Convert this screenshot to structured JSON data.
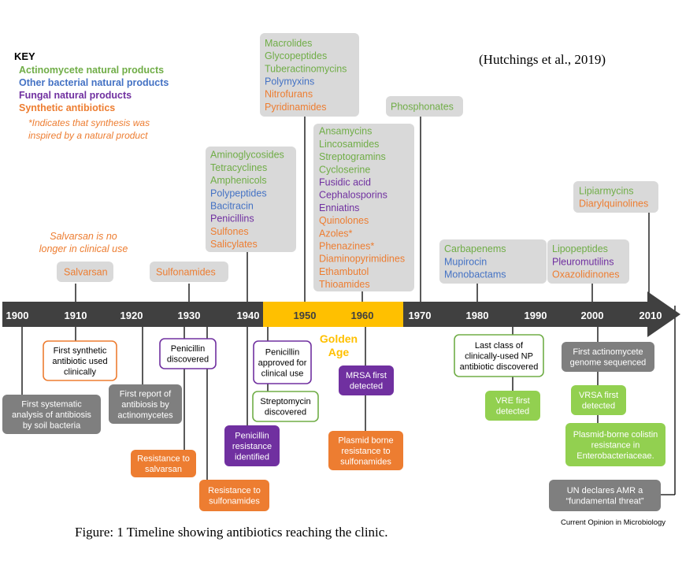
{
  "key": {
    "title": "KEY",
    "items": [
      {
        "text": "Actinomycete natural products",
        "color": "#70ad47"
      },
      {
        "text": "Other bacterial natural products",
        "color": "#4472c4"
      },
      {
        "text": "Fungal natural products",
        "color": "#7030a0"
      },
      {
        "text": "Synthetic antibiotics",
        "color": "#ed7d31"
      }
    ],
    "note_lines": [
      "*Indicates that synthesis was",
      "inspired by a natural product"
    ]
  },
  "citation": "(Hutchings et al., 2019)",
  "salvarsan_note_lines": [
    "Salvarsan is no",
    "longer in clinical use"
  ],
  "golden_age": [
    "Golden",
    "Age"
  ],
  "timeline": {
    "years": [
      "1900",
      "1910",
      "1920",
      "1930",
      "1940",
      "1950",
      "1960",
      "1970",
      "1980",
      "1990",
      "2000",
      "2010"
    ]
  },
  "colors": {
    "green": "#70ad47",
    "blue": "#4472c4",
    "purple": "#7030a0",
    "orange": "#ed7d31",
    "bar": "#404040",
    "golden": "#ffc000",
    "gray_box": "#d9d9d9",
    "dark_box": "#7f7f7f",
    "green_box": "#92d050"
  },
  "discovery_groups": [
    {
      "id": "salvarsan",
      "items": [
        {
          "text": "Salvarsan",
          "c": "orange"
        }
      ]
    },
    {
      "id": "sulfonamides",
      "items": [
        {
          "text": "Sulfonamides",
          "c": "orange"
        }
      ]
    },
    {
      "id": "1940s",
      "items": [
        {
          "text": "Aminoglycosides",
          "c": "green"
        },
        {
          "text": "Tetracyclines",
          "c": "green"
        },
        {
          "text": "Amphenicols",
          "c": "green"
        },
        {
          "text": "Polypeptides",
          "c": "blue"
        },
        {
          "text": "Bacitracin",
          "c": "blue"
        },
        {
          "text": "Penicillins",
          "c": "purple"
        },
        {
          "text": "Sulfones",
          "c": "orange"
        },
        {
          "text": "Salicylates",
          "c": "orange"
        }
      ]
    },
    {
      "id": "1950s",
      "items": [
        {
          "text": "Macrolides",
          "c": "green"
        },
        {
          "text": "Glycopeptides",
          "c": "green"
        },
        {
          "text": "Tuberactinomycins",
          "c": "green"
        },
        {
          "text": "Polymyxins",
          "c": "blue"
        },
        {
          "text": "Nitrofurans",
          "c": "orange"
        },
        {
          "text": "Pyridinamides",
          "c": "orange"
        }
      ]
    },
    {
      "id": "1960s",
      "items": [
        {
          "text": "Ansamycins",
          "c": "green"
        },
        {
          "text": "Lincosamides",
          "c": "green"
        },
        {
          "text": "Streptogramins",
          "c": "green"
        },
        {
          "text": "Cycloserine",
          "c": "green"
        },
        {
          "text": "Fusidic acid",
          "c": "purple"
        },
        {
          "text": "Cephalosporins",
          "c": "purple"
        },
        {
          "text": "Enniatins",
          "c": "purple"
        },
        {
          "text": "Quinolones",
          "c": "orange"
        },
        {
          "text": "Azoles*",
          "c": "orange"
        },
        {
          "text": "Phenazines*",
          "c": "orange"
        },
        {
          "text": "Diaminopyrimidines",
          "c": "orange"
        },
        {
          "text": "Ethambutol",
          "c": "orange"
        },
        {
          "text": "Thioamides",
          "c": "orange"
        }
      ]
    },
    {
      "id": "phosphonates",
      "items": [
        {
          "text": "Phosphonates",
          "c": "green"
        }
      ]
    },
    {
      "id": "1980s",
      "items": [
        {
          "text": "Carbapenems",
          "c": "green"
        },
        {
          "text": "Mupirocin",
          "c": "blue"
        },
        {
          "text": "Monobactams",
          "c": "blue"
        }
      ]
    },
    {
      "id": "2000s",
      "items": [
        {
          "text": "Lipopeptides",
          "c": "green"
        },
        {
          "text": "Pleuromutilins",
          "c": "purple"
        },
        {
          "text": "Oxazolidinones",
          "c": "orange"
        }
      ]
    },
    {
      "id": "2010s",
      "items": [
        {
          "text": "Lipiarmycins",
          "c": "green"
        },
        {
          "text": "Diarylquinolines",
          "c": "orange"
        }
      ]
    }
  ],
  "events": [
    {
      "id": "soil",
      "lines": [
        "First systematic",
        "analysis of antibiosis",
        "by soil bacteria"
      ]
    },
    {
      "id": "synthetic",
      "lines": [
        "First synthetic",
        "antibiotic used",
        "clinically"
      ]
    },
    {
      "id": "actino",
      "lines": [
        "First report of",
        "antibiosis by",
        "actinomycetes"
      ]
    },
    {
      "id": "penicillin",
      "lines": [
        "Penicillin",
        "discovered"
      ]
    },
    {
      "id": "res-salvarsan",
      "lines": [
        "Resistance to",
        "salvarsan"
      ]
    },
    {
      "id": "res-sulfonamides",
      "lines": [
        "Resistance to",
        "sulfonamides"
      ]
    },
    {
      "id": "pen-resistance",
      "lines": [
        "Penicillin",
        "resistance",
        "identified"
      ]
    },
    {
      "id": "pen-approved",
      "lines": [
        "Penicillin",
        "approved for",
        "clinical use"
      ]
    },
    {
      "id": "streptomycin",
      "lines": [
        "Streptomycin",
        "discovered"
      ]
    },
    {
      "id": "mrsa",
      "lines": [
        "MRSA first",
        "detected"
      ]
    },
    {
      "id": "plasmid-sulfon",
      "lines": [
        "Plasmid borne",
        "resistance to",
        "sulfonamides"
      ]
    },
    {
      "id": "last-np",
      "lines": [
        "Last class of",
        "clinically-used NP",
        "antibiotic discovered"
      ]
    },
    {
      "id": "vre",
      "lines": [
        "VRE first",
        "detected"
      ]
    },
    {
      "id": "genome",
      "lines": [
        "First actinomycete",
        "genome sequenced"
      ]
    },
    {
      "id": "vrsa",
      "lines": [
        "VRSA first",
        "detected"
      ]
    },
    {
      "id": "colistin",
      "lines": [
        "Plasmid-borne colistin",
        "resistance in",
        "Enterobacteriaceae."
      ]
    },
    {
      "id": "un",
      "lines": [
        "UN declares AMR a",
        "“fundamental threat”"
      ]
    }
  ],
  "caption": "Figure: 1 Timeline showing antibiotics reaching the clinic.",
  "source": "Current Opinion in Microbiology"
}
